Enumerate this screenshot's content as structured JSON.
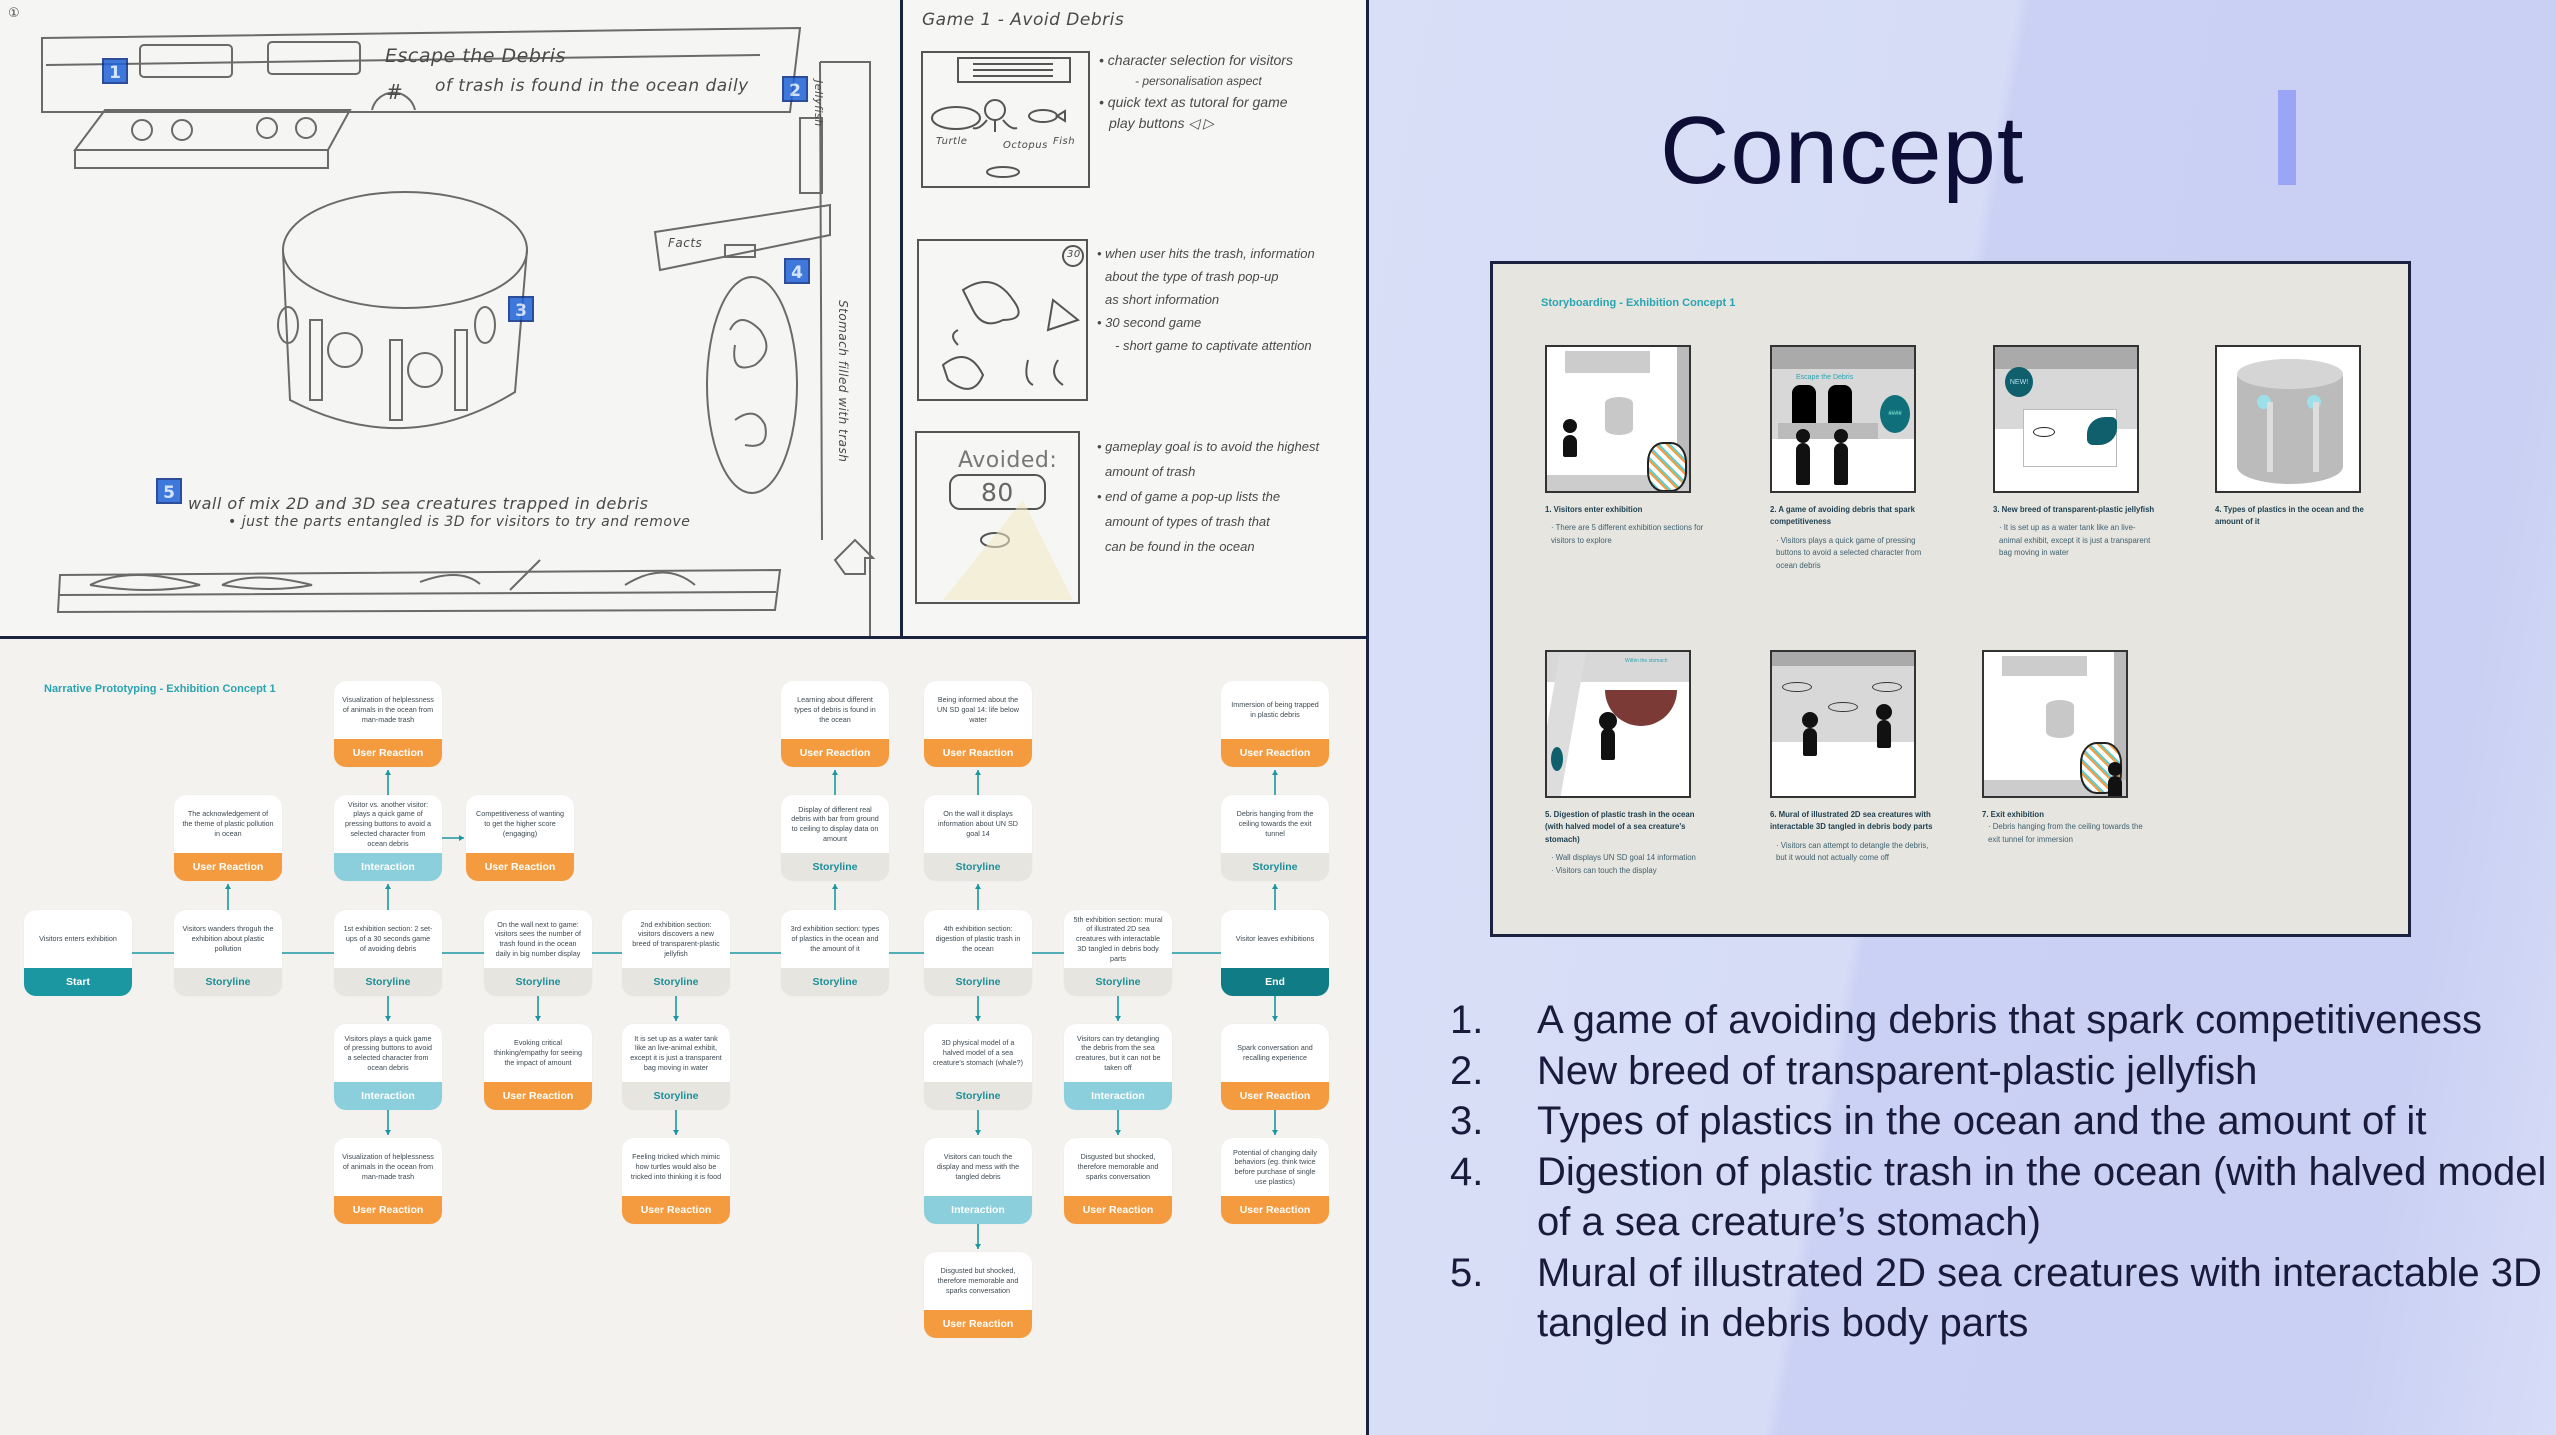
{
  "sketch_floorplan": {
    "page_marker": "①",
    "board_title": "Escape the Debris",
    "hash": "#",
    "board_caption": "of trash is found in the ocean daily",
    "jellyfish_label": "Jellyfish",
    "facts_label": "Facts",
    "stomach_label": "Stomach filled with trash",
    "wall_note": "wall of mix 2D and 3D sea creatures trapped in debris",
    "wall_subnote": "• just the parts entangled is 3D for visitors to try and remove",
    "markers": [
      "1",
      "2",
      "3",
      "4",
      "5"
    ]
  },
  "sketch_game": {
    "title": "Game 1 - Avoid Debris",
    "characters": [
      "Turtle",
      "Octopus",
      "Fish"
    ],
    "timer": "30",
    "avoided_label": "Avoided:",
    "avoided_value": "80",
    "notes1": [
      "• character selection for visitors",
      "- personalisation aspect",
      "• quick text as tutoral for game",
      "play buttons ◁ ▷"
    ],
    "notes2": [
      "• when user hits the trash, information",
      "about the type of trash pop-up",
      "as short information",
      "• 30 second game",
      "- short game to captivate attention"
    ],
    "notes3": [
      "• gameplay goal is to avoid the highest",
      "amount of trash",
      "• end of game a pop-up lists the",
      "amount of types of trash that",
      "can be found in the ocean"
    ]
  },
  "flowchart": {
    "title": "Narrative Prototyping - Exhibition Concept 1",
    "nodes": [
      {
        "kind": "start",
        "label": "Start",
        "text": "Visitors enters exhibition"
      },
      {
        "kind": "storyline",
        "label": "Storyline",
        "text": "Visitors wanders throguh the exhibition about plastic pollution"
      },
      {
        "kind": "reaction",
        "label": "User Reaction",
        "text": "The acknowledgement of the theme of plastic pollution in ocean"
      },
      {
        "kind": "storyline",
        "label": "Storyline",
        "text": "1st exhibition section: 2 set-ups of a 30 seconds game of avoiding debris"
      },
      {
        "kind": "interaction",
        "label": "Interaction",
        "text": "Visitor vs. another visitor: plays a quick game of pressing buttons to avoid a selected character from ocean debris"
      },
      {
        "kind": "reaction",
        "label": "User Reaction",
        "text": "Visualization of helplessness of animals in the ocean from man-made trash"
      },
      {
        "kind": "reaction",
        "label": "User Reaction",
        "text": "Competitiveness of wanting to get the higher score (engaging)"
      },
      {
        "kind": "interaction",
        "label": "Interaction",
        "text": "Visitors plays a quick game of pressing buttons to avoid a selected character from ocean debris"
      },
      {
        "kind": "reaction",
        "label": "User Reaction",
        "text": "Visualization of helplessness of animals in the ocean from man-made trash"
      },
      {
        "kind": "storyline",
        "label": "Storyline",
        "text": "On the wall next to game: visitors sees the number of trash found in the ocean daily in big number display"
      },
      {
        "kind": "reaction",
        "label": "User Reaction",
        "text": "Evoking critical thinking/empathy for seeing the impact of amount"
      },
      {
        "kind": "storyline",
        "label": "Storyline",
        "text": "2nd exhibition section: visitors discovers a new breed of transparent-plastic jellyfish"
      },
      {
        "kind": "storyline",
        "label": "Storyline",
        "text": "It is set up as a water tank like an live-animal exhibit, except it is just a transparent bag moving in water"
      },
      {
        "kind": "reaction",
        "label": "User Reaction",
        "text": "Feeling tricked which mimic how turtles would also be tricked into thinking it is food"
      },
      {
        "kind": "storyline",
        "label": "Storyline",
        "text": "3rd exhibition section: types of plastics in the ocean and the amount of it"
      },
      {
        "kind": "storyline",
        "label": "Storyline",
        "text": "Display of different real debris with bar from ground to ceiling to display data on amount"
      },
      {
        "kind": "reaction",
        "label": "User Reaction",
        "text": "Learning about different types of debris is found in the ocean"
      },
      {
        "kind": "storyline",
        "label": "Storyline",
        "text": "4th exhibition section: digestion of plastic trash in the ocean"
      },
      {
        "kind": "storyline",
        "label": "Storyline",
        "text": "On the wall it displays information about UN SD goal 14"
      },
      {
        "kind": "reaction",
        "label": "User Reaction",
        "text": "Being informed about the UN SD goal 14: life below water"
      },
      {
        "kind": "storyline",
        "label": "Storyline",
        "text": "3D physical model of a halved model of a sea creature's stomach (whale?)"
      },
      {
        "kind": "interaction",
        "label": "Interaction",
        "text": "Visitors can touch the display and mess with the tangled debris"
      },
      {
        "kind": "reaction",
        "label": "User Reaction",
        "text": "Disgusted but shocked, therefore memorable and sparks conversation"
      },
      {
        "kind": "storyline",
        "label": "Storyline",
        "text": "5th exhibition section: mural of illustrated 2D sea creatures with interactable 3D tangled in debris body parts"
      },
      {
        "kind": "interaction",
        "label": "Interaction",
        "text": "Visitors can try detangling the debris from the sea creatures, but it can not be taken off"
      },
      {
        "kind": "reaction",
        "label": "User Reaction",
        "text": "Disgusted but shocked, therefore memorable and sparks conversation"
      },
      {
        "kind": "end",
        "label": "End",
        "text": "Visitor leaves exhibitions"
      },
      {
        "kind": "storyline",
        "label": "Storyline",
        "text": "Debris hanging from the ceiling towards the exit tunnel"
      },
      {
        "kind": "reaction",
        "label": "User Reaction",
        "text": "Immersion of being trapped in plastic debris"
      },
      {
        "kind": "reaction",
        "label": "User Reaction",
        "text": "Spark conversation and recalling experience"
      },
      {
        "kind": "reaction",
        "label": "User Reaction",
        "text": "Potential of changing daily behaviors (eg. think twice before purchase of single use plastics)"
      }
    ]
  },
  "storyboard": {
    "title": "Storyboarding - Exhibition Concept 1",
    "frame_texts": {
      "game_title": "Escape the Debris",
      "counter": "####",
      "badge": "NEW!",
      "stomach": "Within the stomach"
    },
    "frames": [
      {
        "heading": "1. Visitors enter exhibition",
        "bullets": [
          "There are 5 different exhibition sections for visitors to explore"
        ]
      },
      {
        "heading": "2. A game of avoiding debris that spark competitiveness",
        "bullets": [
          "Visitors plays a quick game of pressing buttons to avoid a selected character from ocean debris"
        ]
      },
      {
        "heading": "3. New breed of transparent-plastic jellyfish",
        "bullets": [
          "It is set up as a water tank like an live-animal exhibit, except it is just a transparent bag moving in water"
        ]
      },
      {
        "heading": "4. Types of plastics in the ocean and the amount of it",
        "bullets": []
      },
      {
        "heading": "5. Digestion of plastic trash in the ocean (with halved model of a sea creature's stomach)",
        "bullets": [
          "Wall displays UN SD goal 14 information",
          "Visitors can touch the display"
        ]
      },
      {
        "heading": "6. Mural of illustrated 2D sea creatures with interactable 3D tangled in debris body parts",
        "bullets": [
          "Visitors can attempt to detangle the debris, but it would not actually come off"
        ]
      },
      {
        "heading": "7. Exit exhibition",
        "bullets": [
          "Debris hanging from the ceiling towards the exit tunnel for immersion"
        ]
      }
    ]
  },
  "concept": {
    "title": "Concept",
    "number": "1",
    "items": [
      {
        "num": "1.",
        "text": "A game of avoiding debris that spark competitiveness"
      },
      {
        "num": "2.",
        "text": "New breed of transparent-plastic jellyfish"
      },
      {
        "num": "3.",
        "text": "Types of plastics in the ocean and the amount of it"
      },
      {
        "num": "4.",
        "text": "Digestion of plastic trash in the ocean (with halved model of a sea creature’s stomach)"
      },
      {
        "num": "5.",
        "text": "Mural of illustrated 2D sea creatures with interactable 3D tangled in debris body parts"
      }
    ]
  },
  "colors": {
    "teal": "#1b97a1",
    "orange": "#f49b3f",
    "light_blue": "#8ccfdc",
    "navy": "#1c2340",
    "lavender": "#d7ddf6",
    "accent": "#9aa5f6"
  }
}
